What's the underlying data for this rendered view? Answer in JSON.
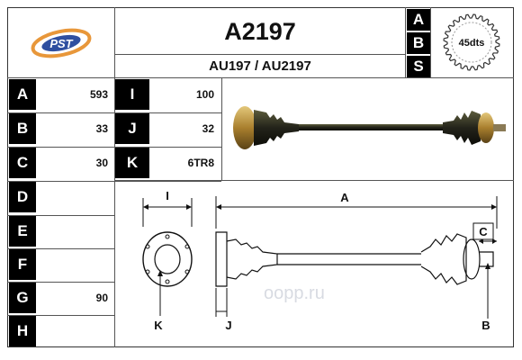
{
  "header": {
    "part_number": "A2197",
    "references": "AU197 / AU2197",
    "abs_letters": [
      "A",
      "B",
      "S"
    ],
    "teeth_label": "45dts",
    "logo_text": "PST"
  },
  "specs": [
    {
      "letter": "A",
      "value": "593",
      "letter2": "I",
      "value2": "100"
    },
    {
      "letter": "B",
      "value": "33",
      "letter2": "J",
      "value2": "32"
    },
    {
      "letter": "C",
      "value": "30",
      "letter2": "K",
      "value2": "6TR8"
    },
    {
      "letter": "D",
      "value": ""
    },
    {
      "letter": "E",
      "value": ""
    },
    {
      "letter": "F",
      "value": ""
    },
    {
      "letter": "G",
      "value": "90"
    },
    {
      "letter": "H",
      "value": ""
    }
  ],
  "diagram": {
    "label_i": "I",
    "label_a": "A",
    "label_c": "C",
    "label_k": "K",
    "label_j": "J",
    "label_b": "B"
  },
  "watermark": "oopp.ru",
  "colors": {
    "label_bg": "#000000",
    "logo_orange": "#e8973a",
    "logo_blue": "#2f4fa0",
    "shaft_dark": "#2b2b1a",
    "joint_gold": "#b08a3a"
  }
}
